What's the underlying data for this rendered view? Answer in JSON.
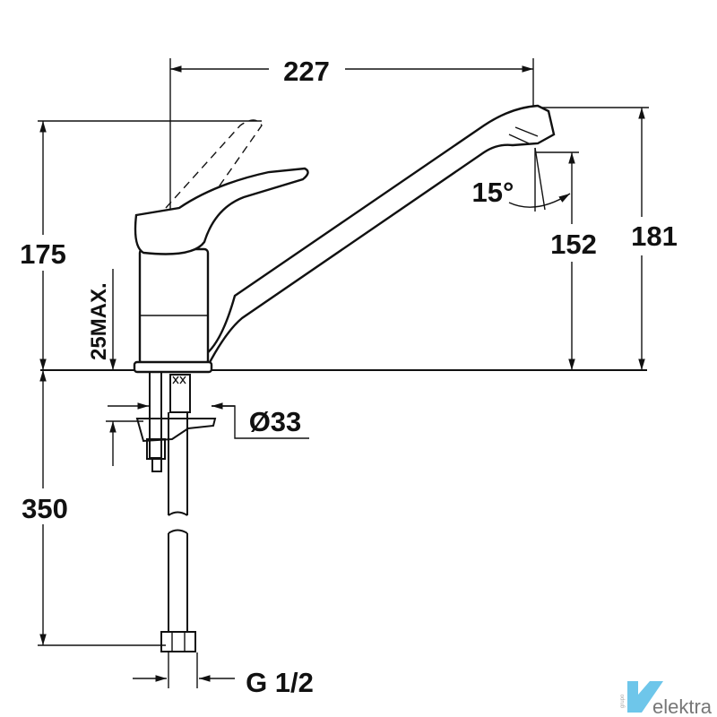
{
  "drawing": {
    "title": "Kitchen mixer tap dimension drawing",
    "dimensions": {
      "spout_reach": "227",
      "handle_height": "175",
      "max_counter_thickness": "25MAX.",
      "spout_angle": "15°",
      "outlet_height": "152",
      "total_height": "181",
      "hole_diameter": "Ø33",
      "hose_length": "350",
      "connection_thread": "G 1/2"
    }
  },
  "logo": {
    "prefix": "grupo",
    "name": "elektra",
    "color": "#6ec6ea"
  },
  "colors": {
    "line": "#111111",
    "background": "#ffffff"
  }
}
